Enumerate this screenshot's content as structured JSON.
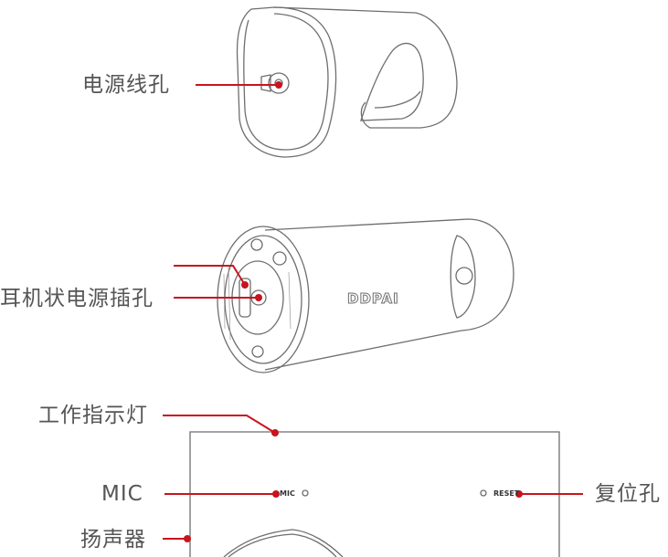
{
  "labels": {
    "power_cable_port": "电源线孔",
    "earphone_power_jack": "耳机状电源插孔",
    "work_indicator": "工作指示灯",
    "mic": "MIC",
    "reset_hole": "复位孔",
    "speaker": "扬声器"
  },
  "device": {
    "brand": "DDPAI",
    "mic_mark": "MIC",
    "reset_mark": "RESET"
  },
  "colors": {
    "leader": "#c8141e",
    "outline": "#6e6e6e",
    "text": "#555555"
  }
}
